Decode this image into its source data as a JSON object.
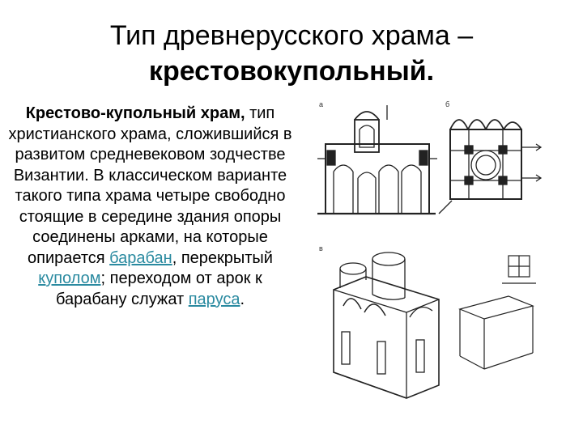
{
  "title": {
    "line1": "Тип древнерусского храма –",
    "line2": "крестовокупольный."
  },
  "body": {
    "lead": "Крестово-купольный храм,",
    "text1": " тип христианского храма, сложившийся в развитом средневековом зодчестве Византии. В классическом варианте  такого типа храма четыре свободно стоящие в середине здания опоры соединены арками, на которые опирается ",
    "link1": "барабан",
    "text2": ", перекрытый ",
    "link2": "куполом",
    "text3": "; переходом от арок к барабану служат ",
    "link3": "паруса",
    "text4": "."
  },
  "figure": {
    "label_a": "а",
    "label_b": "б",
    "label_v": "в"
  }
}
